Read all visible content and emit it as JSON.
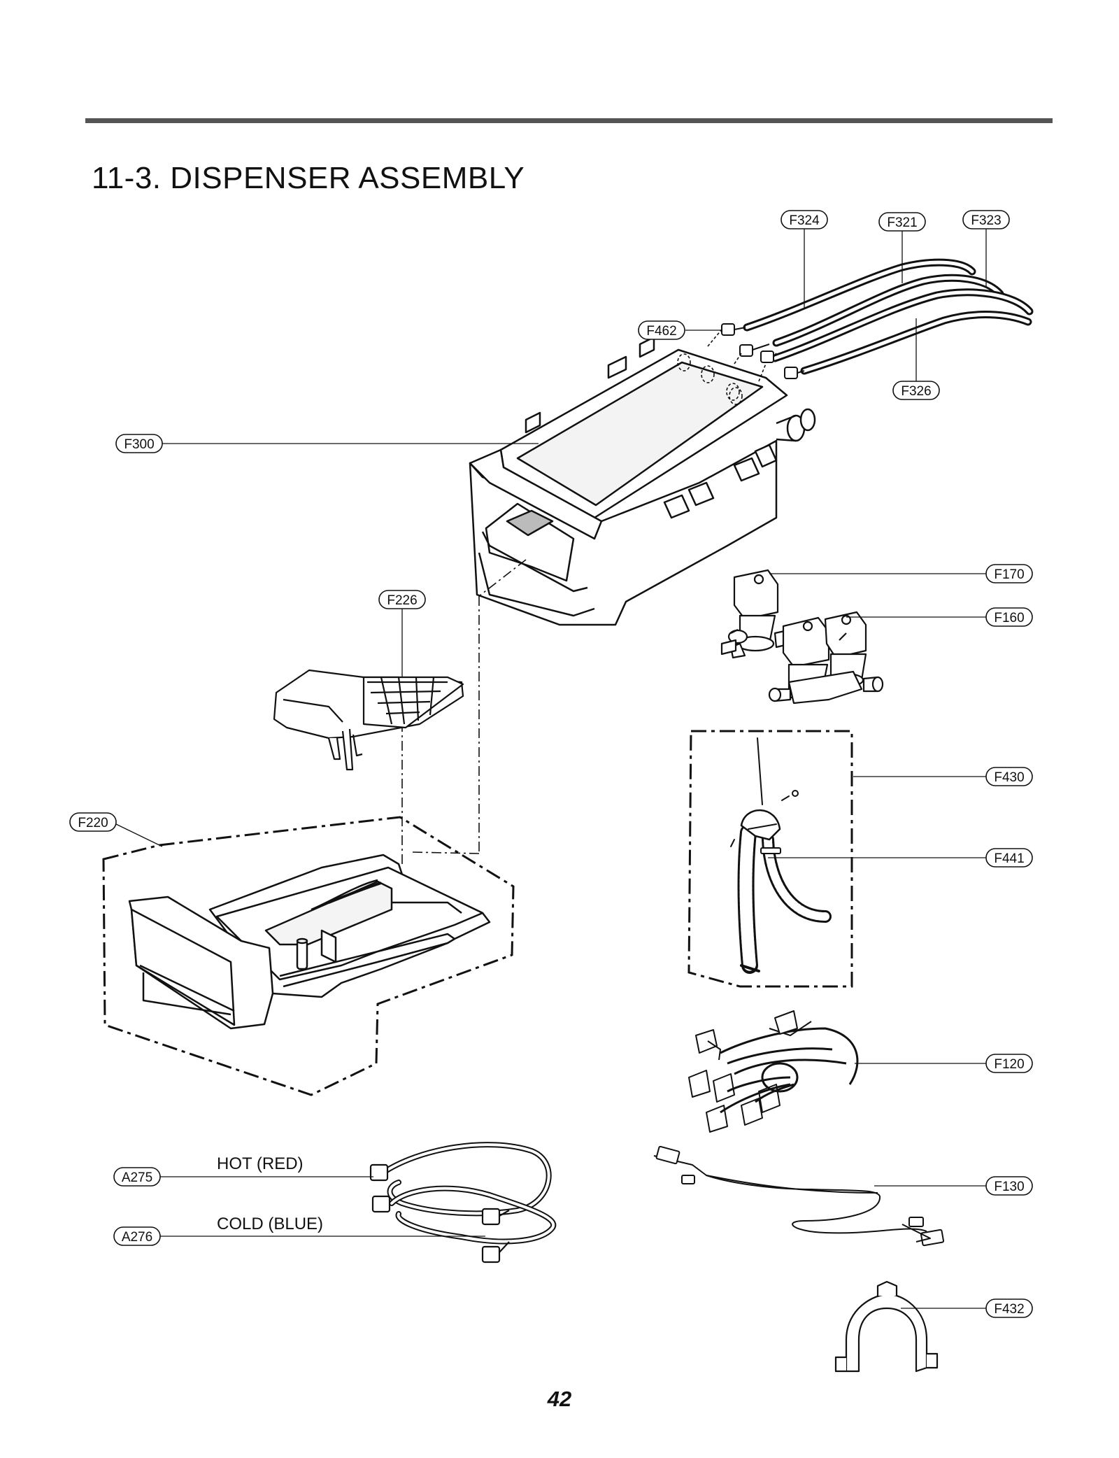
{
  "page": {
    "title": "11-3. DISPENSER ASSEMBLY",
    "page_number": "42"
  },
  "callouts": {
    "F324": "F324",
    "F321": "F321",
    "F323": "F323",
    "F462": "F462",
    "F326": "F326",
    "F300": "F300",
    "F170": "F170",
    "F160": "F160",
    "F226": "F226",
    "F430": "F430",
    "F441": "F441",
    "F220": "F220",
    "F120": "F120",
    "A275": "A275",
    "A276": "A276",
    "F130": "F130",
    "F432": "F432"
  },
  "notes": {
    "hot": "HOT (RED)",
    "cold": "COLD (BLUE)"
  }
}
